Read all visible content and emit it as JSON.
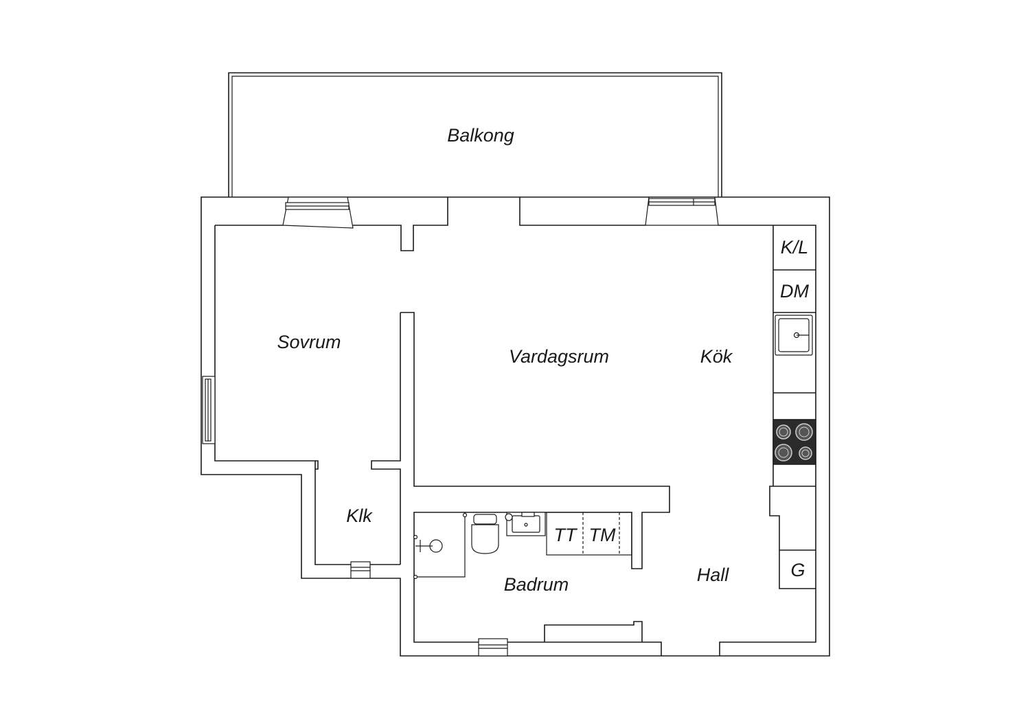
{
  "rooms": {
    "balcony": "Balkong",
    "bedroom": "Sovrum",
    "living_room": "Vardagsrum",
    "kitchen": "Kök",
    "closet": "Klk",
    "bathroom": "Badrum",
    "hall": "Hall"
  },
  "fixtures": {
    "fridge_freezer": "K/L",
    "dishwasher": "DM",
    "dryer": "TT",
    "washer": "TM",
    "wardrobe": "G"
  },
  "colors": {
    "line": "#1a1a1a",
    "background": "#ffffff",
    "hob": "#2b2b2b"
  }
}
